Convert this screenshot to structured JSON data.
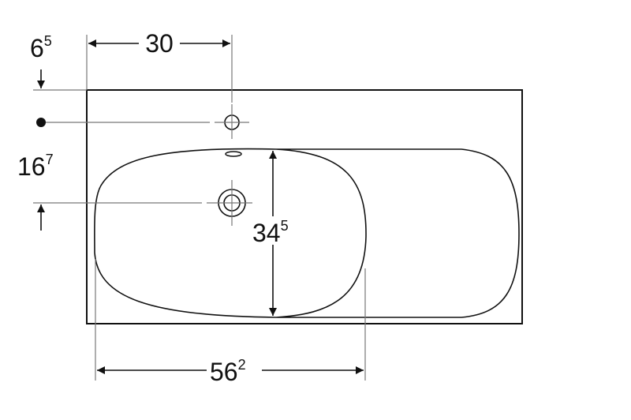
{
  "dimensions": {
    "top_offset": {
      "main": "6",
      "sup": "5"
    },
    "tap_hole_offset": {
      "main": "30",
      "sup": ""
    },
    "tap_to_drain": {
      "main": "16",
      "sup": "7"
    },
    "bowl_depth": {
      "main": "34",
      "sup": "5"
    },
    "bowl_width": {
      "main": "56",
      "sup": "2"
    }
  },
  "colors": {
    "ink": "#111111",
    "ext": "#777777",
    "background": "#ffffff"
  }
}
